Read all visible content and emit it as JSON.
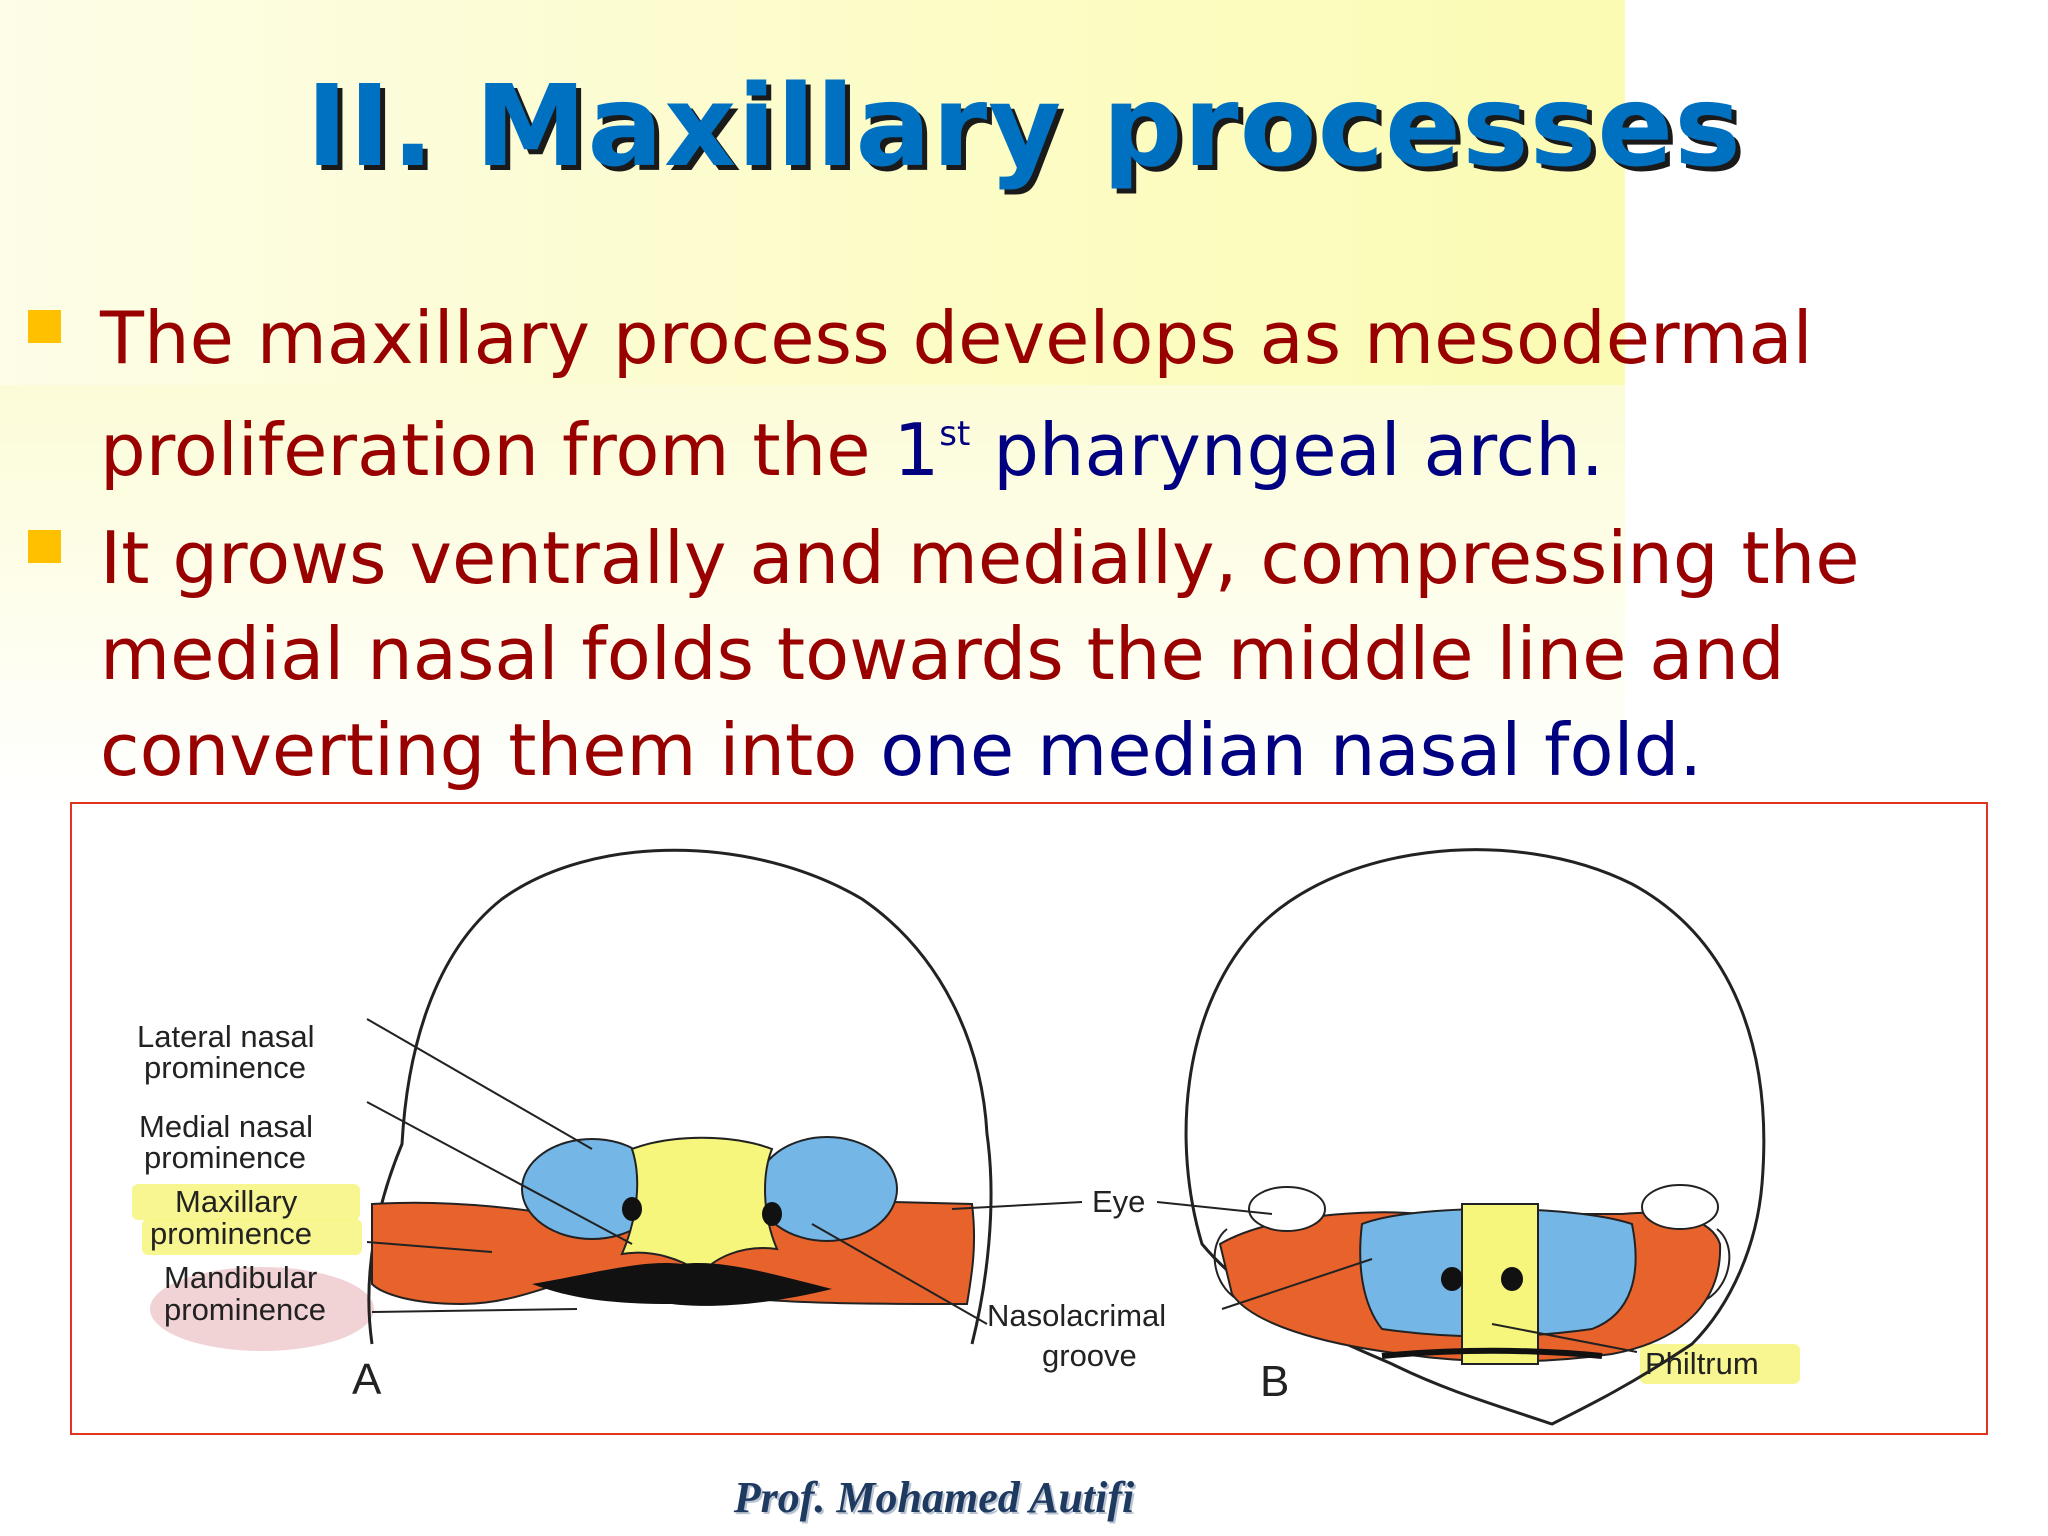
{
  "slide": {
    "title": "II. Maxillary processes",
    "bullets": [
      {
        "part1": "The maxillary process develops as mesodermal proliferation from the ",
        "ordinal": "1",
        "ordinal_suffix": "st",
        "part2": " pharyngeal arch."
      },
      {
        "part1": "It grows ventrally and medially, compressing the medial nasal folds towards the middle line and converting them into ",
        "emphasis": "one median nasal fold."
      }
    ]
  },
  "figure": {
    "labels": {
      "lateral_nasal_line1": "Lateral nasal",
      "lateral_nasal_line2": "prominence",
      "medial_nasal_line1": "Medial nasal",
      "medial_nasal_line2": "prominence",
      "maxillary_line1": "Maxillary",
      "maxillary_line2": "prominence",
      "mandibular_line1": "Mandibular",
      "mandibular_line2": "prominence",
      "eye": "Eye",
      "nasolacrimal_line1": "Nasolacrimal",
      "nasolacrimal_line2": "groove",
      "philtrum": "Philtrum",
      "panel_a": "A",
      "panel_b": "B"
    },
    "colors": {
      "lateral_nasal": "#74b6e6",
      "medial_nasal": "#f6f57c",
      "maxillary": "#e8622c",
      "mandibular": "#e8622c",
      "frame": "#e0341f",
      "highlight_yellow": "#f6f57c",
      "highlight_pink": "#f1d3d6"
    }
  },
  "footer": {
    "credit": "Prof. Mohamed Autifi"
  }
}
